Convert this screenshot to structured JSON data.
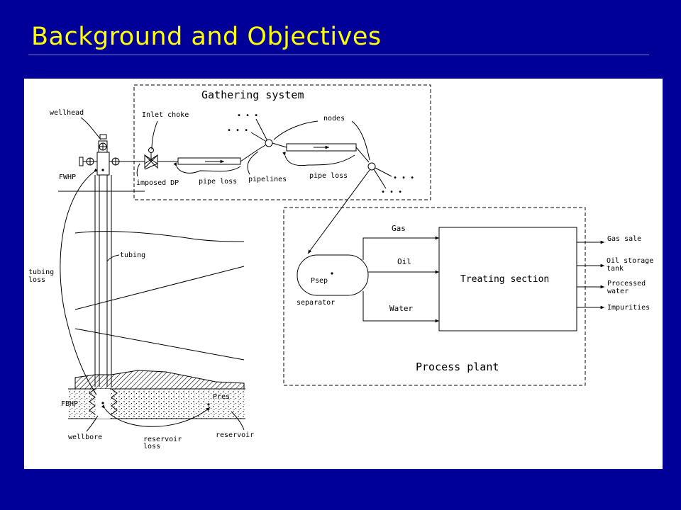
{
  "slide": {
    "title": "Background and Objectives"
  },
  "colors": {
    "background": "#000099",
    "title": "#FFFF00",
    "figure_bg": "#FFFFFF",
    "ink": "#000000"
  },
  "diagram": {
    "gathering_system": {
      "title": "Gathering system",
      "inlet_choke": "Inlet choke",
      "nodes": "nodes",
      "pipelines": "pipelines",
      "pipe_loss_1": "pipe loss",
      "pipe_loss_2": "pipe loss",
      "imposed_dp": "imposed DP",
      "ellipsis": "• • •"
    },
    "well": {
      "wellhead": "wellhead",
      "fwhp": "FWHP",
      "tubing": "tubing",
      "tubing_loss_1": "tubing",
      "tubing_loss_2": "loss",
      "fbhp": "FBHP",
      "pres": "Pres",
      "wellbore": "wellbore",
      "reservoir": "reservoir",
      "reservoir_loss_1": "reservoir",
      "reservoir_loss_2": "loss"
    },
    "process_plant": {
      "title": "Process plant",
      "separator": "separator",
      "psep": "Psep",
      "gas": "Gas",
      "oil": "Oil",
      "water": "Water",
      "treating": "Treating section",
      "outputs": {
        "gas_sale": "Gas sale",
        "oil_storage_1": "Oil storage",
        "oil_storage_2": "tank",
        "processed_1": "Processed",
        "processed_2": "water",
        "impurities": "Impurities"
      }
    }
  }
}
